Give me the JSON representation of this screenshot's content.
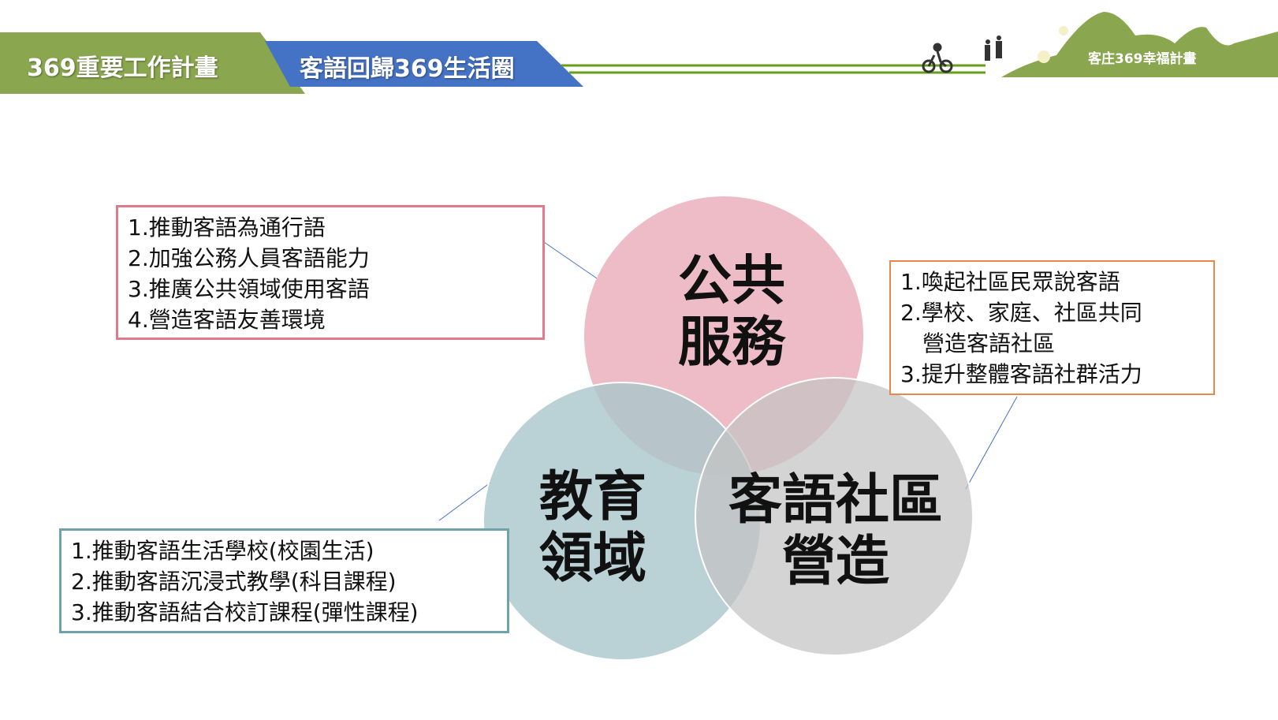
{
  "header": {
    "tab_main": "369重要工作計畫",
    "tab_sub": "客語回歸369生活圈",
    "logo_text": "客庄369幸福計畫"
  },
  "colors": {
    "green": "#8aa64e",
    "blue": "#4472c4",
    "pink": "#eebcc6",
    "teal": "#b9d0d4",
    "gray": "#d2d2d2"
  },
  "venn": {
    "public_service": {
      "line1": "公共",
      "line2": "服務"
    },
    "education": {
      "line1": "教育",
      "line2": "領域"
    },
    "community": {
      "line1": "客語社區",
      "line2": "營造"
    }
  },
  "public_box": {
    "items": [
      "1.推動客語為通行語",
      "2.加強公務人員客語能力",
      "3.推廣公共領域使用客語",
      "4.營造客語友善環境"
    ]
  },
  "community_box": {
    "items": [
      "1.喚起社區民眾說客語",
      "2.學校、家庭、社區共同",
      "　營造客語社區",
      "3.提升整體客語社群活力"
    ]
  },
  "education_box": {
    "items": [
      "1.推動客語生活學校(校園生活)",
      "2.推動客語沉浸式教學(科目課程)",
      "3.推動客語結合校訂課程(彈性課程)"
    ]
  }
}
